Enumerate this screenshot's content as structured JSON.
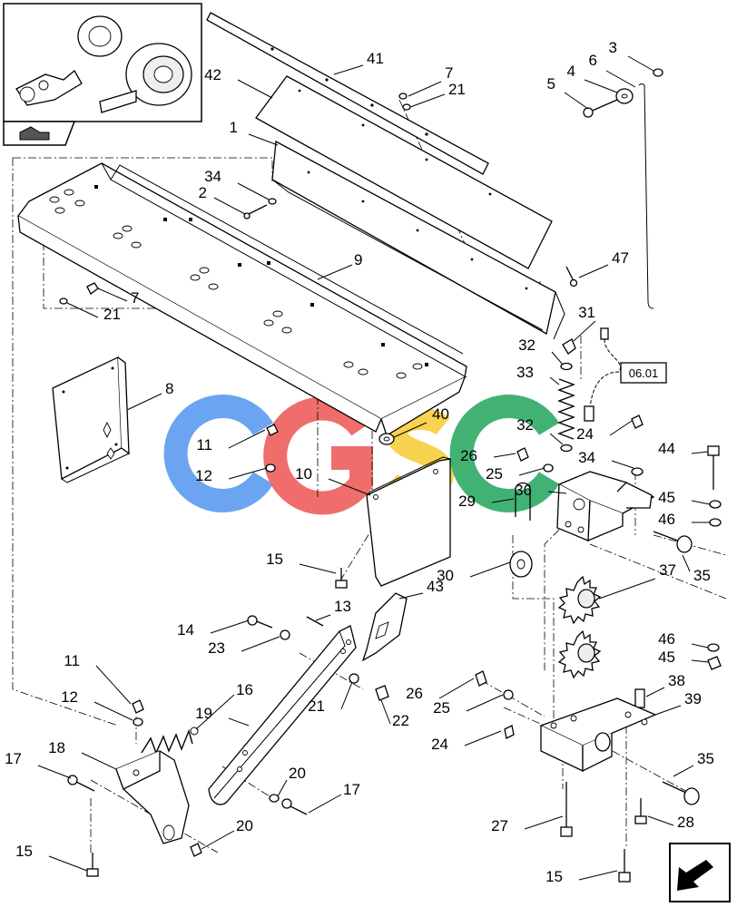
{
  "callouts": [
    {
      "n": "1"
    },
    {
      "n": "2"
    },
    {
      "n": "3"
    },
    {
      "n": "4"
    },
    {
      "n": "5"
    },
    {
      "n": "6"
    },
    {
      "n": "7"
    },
    {
      "n": "21"
    },
    {
      "n": "41"
    },
    {
      "n": "42"
    },
    {
      "n": "34"
    },
    {
      "n": "9"
    },
    {
      "n": "7"
    },
    {
      "n": "21"
    },
    {
      "n": "47"
    },
    {
      "n": "31"
    },
    {
      "n": "32"
    },
    {
      "n": "33"
    },
    {
      "n": "8"
    },
    {
      "n": "11"
    },
    {
      "n": "12"
    },
    {
      "n": "40"
    },
    {
      "n": "10"
    },
    {
      "n": "32"
    },
    {
      "n": "26"
    },
    {
      "n": "25"
    },
    {
      "n": "29"
    },
    {
      "n": "36"
    },
    {
      "n": "24"
    },
    {
      "n": "34"
    },
    {
      "n": "44"
    },
    {
      "n": "45"
    },
    {
      "n": "46"
    },
    {
      "n": "35"
    },
    {
      "n": "15"
    },
    {
      "n": "30"
    },
    {
      "n": "37"
    },
    {
      "n": "13"
    },
    {
      "n": "43"
    },
    {
      "n": "14"
    },
    {
      "n": "23"
    },
    {
      "n": "46"
    },
    {
      "n": "45"
    },
    {
      "n": "11"
    },
    {
      "n": "16"
    },
    {
      "n": "38"
    },
    {
      "n": "21"
    },
    {
      "n": "22"
    },
    {
      "n": "26"
    },
    {
      "n": "39"
    },
    {
      "n": "12"
    },
    {
      "n": "19"
    },
    {
      "n": "25"
    },
    {
      "n": "24"
    },
    {
      "n": "18"
    },
    {
      "n": "17"
    },
    {
      "n": "20"
    },
    {
      "n": "17"
    },
    {
      "n": "35"
    },
    {
      "n": "20"
    },
    {
      "n": "27"
    },
    {
      "n": "28"
    },
    {
      "n": "15"
    },
    {
      "n": "15"
    }
  ],
  "reference_box": {
    "label": "06.01"
  },
  "colors": {
    "watermark_blue": "#5b9cf0",
    "watermark_red": "#ee5f5b",
    "watermark_yellow": "#f7cf3c",
    "watermark_green": "#2eaa66",
    "line": "#000000"
  },
  "icons": {
    "thumbnail_nav": "parent-assembly-thumbnail",
    "nav_arrow": "next-page-arrow-icon",
    "watermark": "cgsc-logo"
  }
}
